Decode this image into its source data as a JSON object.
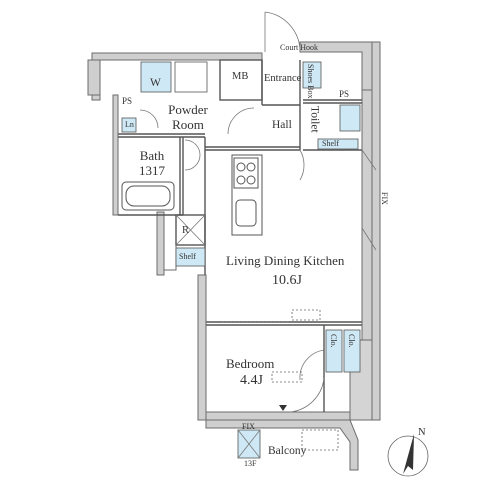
{
  "rooms": {
    "court_hook": "Court Hook",
    "mb": "MB",
    "entrance": "Entrance",
    "shoes_box": "Shoes Box",
    "powder_room_line1": "Powder",
    "powder_room_line2": "Room",
    "w": "W",
    "ps_left": "PS",
    "ps_right": "PS",
    "ln": "Ln",
    "hall": "Hall",
    "toilet": "Toilet",
    "shelf_toilet": "Shelf",
    "bath": "Bath",
    "bath_size": "1317",
    "r": "R",
    "shelf_left": "Shelf",
    "ldk": "Living Dining Kitchen",
    "ldk_size": "10.6J",
    "fix_side": "FIX",
    "bedroom": "Bedroom",
    "bedroom_size": "4.4J",
    "clo1": "Clo.",
    "clo2": "Clo.",
    "fix_bottom": "FIX",
    "balcony": "Balcony",
    "floor_13f": "13F"
  },
  "compass": {
    "label": "N"
  },
  "colors": {
    "wall": "#cfcfcf",
    "wall_stroke": "#6b6b6b",
    "fixture_blue": "#cfe8f5",
    "line": "#555555"
  }
}
